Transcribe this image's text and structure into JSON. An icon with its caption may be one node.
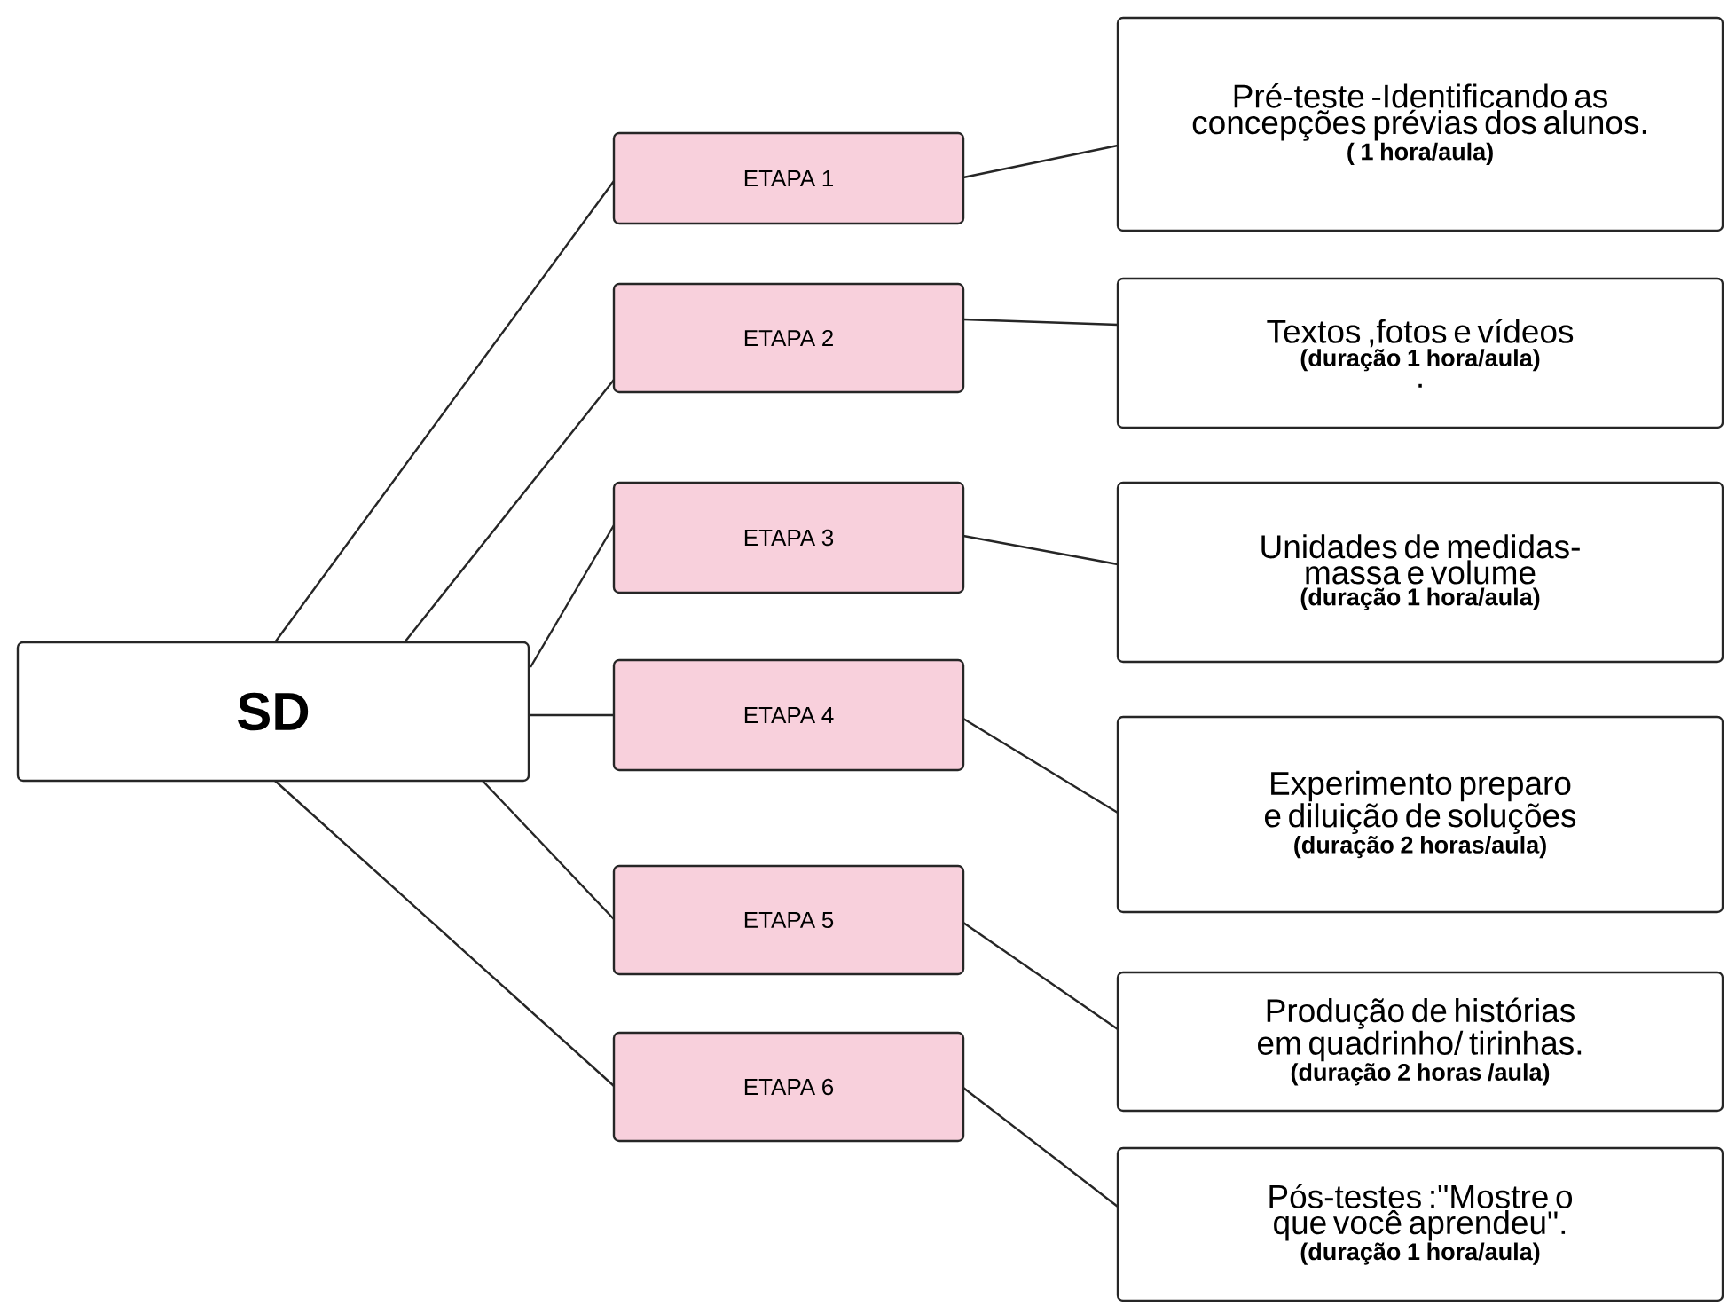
{
  "diagram": {
    "nodes": [
      {
        "text": [
          "SD"
        ]
      },
      {
        "text": [
          "ETAPA 1"
        ]
      },
      {
        "text": [
          "ETAPA 2"
        ]
      },
      {
        "text": [
          "ETAPA 3"
        ]
      },
      {
        "text": [
          "ETAPA 4"
        ]
      },
      {
        "text": [
          "ETAPA 5"
        ]
      },
      {
        "text": [
          "ETAPA 6"
        ]
      },
      {
        "text": [
          "Pré-teste -Identificando as concepções prévias dos alunos.",
          "( 1 hora/aula)"
        ]
      },
      {
        "text": [
          "Textos ,fotos e vídeos",
          "(duração 1 hora/aula)",
          "."
        ]
      },
      {
        "text": [
          "Unidades de medidas- massa e volume",
          "(duração 1 hora/aula)"
        ]
      },
      {
        "text": [
          "Experimento preparo e diluição de soluções",
          "(duração 2 horas/aula)"
        ]
      },
      {
        "text": [
          "Produção de histórias em quadrinho/ tirinhas.",
          "(duração 2 horas /aula)"
        ]
      },
      {
        "text": [
          "Pós-testes :\"Mostre o que você aprendeu\".",
          "(duração 1 hora/aula)"
        ]
      }
    ],
    "edges": [
      {
        "from": 0,
        "to": 1,
        "arrow": "none"
      },
      {
        "from": 0,
        "to": 2,
        "arrow": "none"
      },
      {
        "from": 0,
        "to": 3,
        "arrow": "none"
      },
      {
        "from": 0,
        "to": 4,
        "arrow": "none"
      },
      {
        "from": 0,
        "to": 5,
        "arrow": "none"
      },
      {
        "from": 0,
        "to": 6,
        "arrow": "none"
      },
      {
        "from": 1,
        "to": 7,
        "arrow": "none"
      },
      {
        "from": 2,
        "to": 8,
        "arrow": "none"
      },
      {
        "from": 3,
        "to": 9,
        "arrow": "none"
      },
      {
        "from": 4,
        "to": 10,
        "arrow": "none"
      },
      {
        "from": 5,
        "to": 11,
        "arrow": "none"
      },
      {
        "from": 6,
        "to": 12,
        "arrow": "none"
      }
    ]
  }
}
